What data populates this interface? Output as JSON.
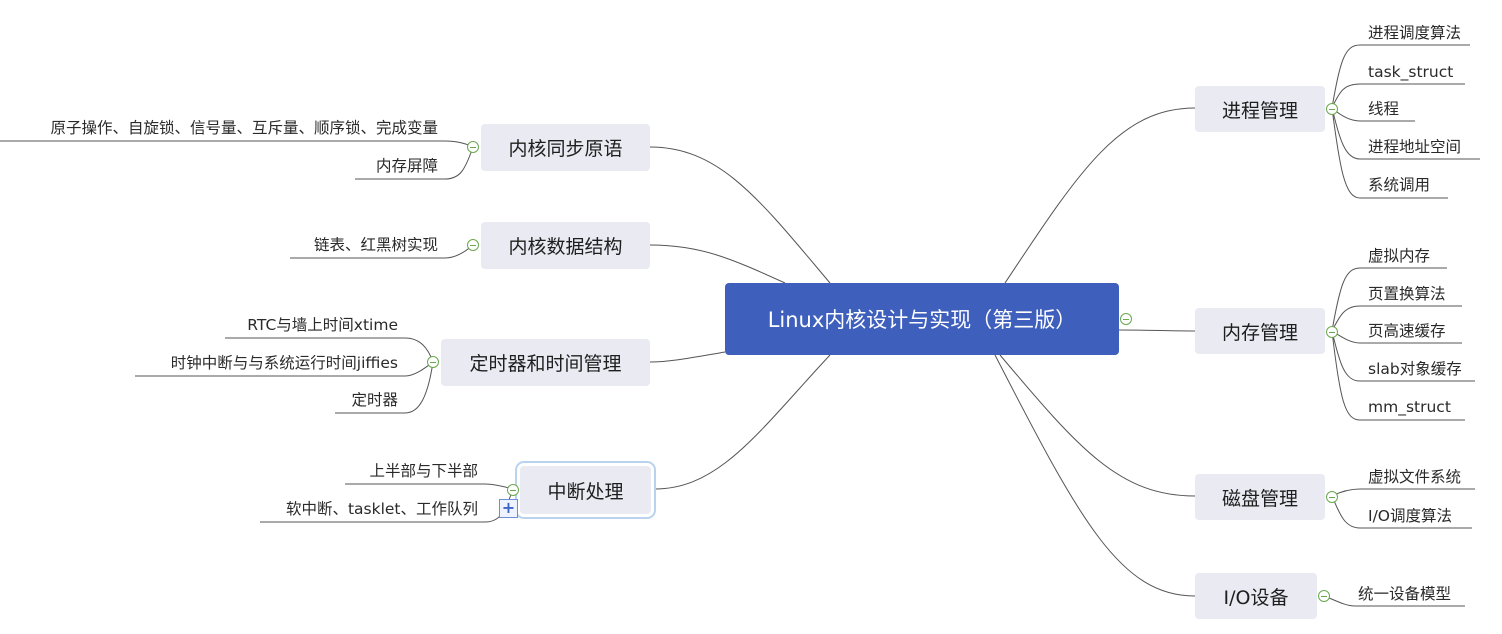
{
  "root": {
    "label": "Linux内核设计与实现（第三版）"
  },
  "branches": {
    "process": {
      "label": "进程管理",
      "children": [
        "进程调度算法",
        "task_struct",
        "线程",
        "进程地址空间",
        "系统调用"
      ]
    },
    "memory": {
      "label": "内存管理",
      "children": [
        "虚拟内存",
        "页置换算法",
        "页高速缓存",
        "slab对象缓存",
        "mm_struct"
      ]
    },
    "disk": {
      "label": "磁盘管理",
      "children": [
        "虚拟文件系统",
        "I/O调度算法"
      ]
    },
    "io": {
      "label": "I/O设备",
      "children": [
        "统一设备模型"
      ]
    },
    "sync": {
      "label": "内核同步原语",
      "children": [
        "原子操作、自旋锁、信号量、互斥量、顺序锁、完成变量",
        "内存屏障"
      ]
    },
    "datastruct": {
      "label": "内核数据结构",
      "children": [
        "链表、红黑树实现"
      ]
    },
    "timer": {
      "label": "定时器和时间管理",
      "children": [
        "RTC与墙上时间xtime",
        "时钟中断与与系统运行时间jiffies",
        "定时器"
      ]
    },
    "interrupt": {
      "label": "中断处理",
      "children": [
        "上半部与下半部",
        "软中断、tasklet、工作队列"
      ]
    }
  },
  "colors": {
    "root": "#3f5fbd",
    "node": "#e9eaf2",
    "line": "#555555",
    "toggle": "#6aa84f"
  }
}
